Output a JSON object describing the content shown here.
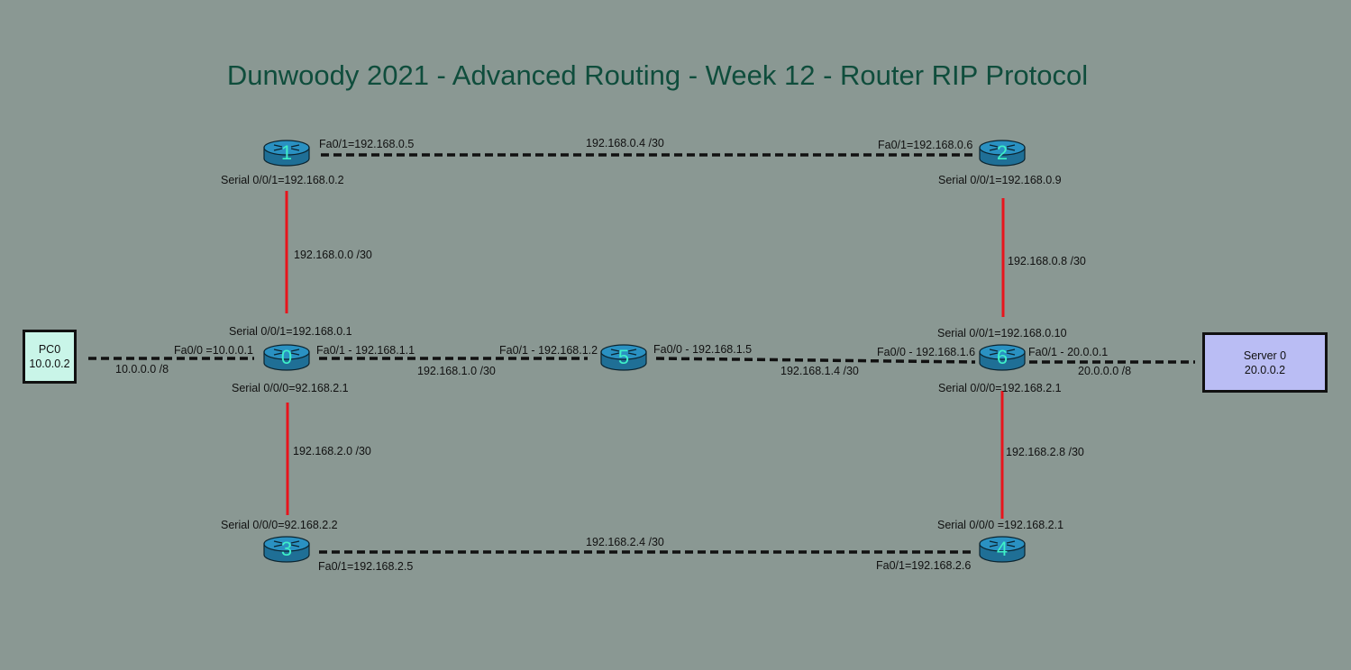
{
  "title": "Dunwoody 2021 - Advanced Routing - Week 12 - Router RIP Protocol",
  "colors": {
    "background": "#8a9893",
    "title": "#0f4d3c",
    "serial_link": "#e8141c",
    "ethernet_link": "#111111",
    "router_body": "#2a91c2",
    "router_label": "#3ef0c8",
    "pc_fill": "#c9f5e8",
    "server_fill": "#babdf4"
  },
  "routers": [
    {
      "id": "r0",
      "label": "0"
    },
    {
      "id": "r1",
      "label": "1"
    },
    {
      "id": "r2",
      "label": "2"
    },
    {
      "id": "r3",
      "label": "3"
    },
    {
      "id": "r4",
      "label": "4"
    },
    {
      "id": "r5",
      "label": "5"
    },
    {
      "id": "r6",
      "label": "6"
    }
  ],
  "pc": {
    "name": "PC0",
    "ip": "10.0.0.2"
  },
  "server": {
    "name": "Server 0",
    "ip": "20.0.0.2"
  },
  "links": [
    {
      "from": "r1",
      "to": "r2",
      "type": "ethernet",
      "network": "192.168.0.4 /30"
    },
    {
      "from": "r1",
      "to": "r0",
      "type": "serial",
      "network": "192.168.0.0 /30"
    },
    {
      "from": "r2",
      "to": "r6",
      "type": "serial",
      "network": "192.168.0.8  /30"
    },
    {
      "from": "pc",
      "to": "r0",
      "type": "ethernet",
      "network": "10.0.0.0  /8"
    },
    {
      "from": "r0",
      "to": "r5",
      "type": "ethernet",
      "network": "192.168.1.0 /30"
    },
    {
      "from": "r5",
      "to": "r6",
      "type": "ethernet",
      "network": "192.168.1.4 /30"
    },
    {
      "from": "r6",
      "to": "server",
      "type": "ethernet",
      "network": "20.0.0.0  /8"
    },
    {
      "from": "r0",
      "to": "r3",
      "type": "serial",
      "network": "192.168.2.0  /30"
    },
    {
      "from": "r6",
      "to": "r4",
      "type": "serial",
      "network": "192.168.2.8  /30"
    },
    {
      "from": "r3",
      "to": "r4",
      "type": "ethernet",
      "network": "192.168.2.4 /30"
    }
  ],
  "interfaces": {
    "r1_fa01": "Fa0/1=192.168.0.5",
    "r1_s001": "Serial 0/0/1=192.168.0.2",
    "r2_fa01": "Fa0/1=192.168.0.6",
    "r2_s001": "Serial 0/0/1=192.168.0.9",
    "r0_s001": "Serial 0/0/1=192.168.0.1",
    "r0_fa00": "Fa0/0 =10.0.0.1",
    "r0_fa01": "Fa0/1 - 192.168.1.1",
    "r0_s000": "Serial 0/0/0=92.168.2.1",
    "r5_fa01": "Fa0/1 - 192.168.1.2",
    "r5_fa00": "Fa0/0 - 192.168.1.5",
    "r6_s001": "Serial 0/0/1=192.168.0.10",
    "r6_fa00": "Fa0/0 - 192.168.1.6",
    "r6_fa01": "Fa0/1 - 20.0.0.1",
    "r6_s000": "Serial 0/0/0=192.168.2.1",
    "r3_s000": "Serial 0/0/0=92.168.2.2",
    "r3_fa01": "Fa0/1=192.168.2.5",
    "r4_s000": "Serial 0/0/0 =192.168.2.1",
    "r4_fa01": "Fa0/1=192.168.2.6"
  }
}
